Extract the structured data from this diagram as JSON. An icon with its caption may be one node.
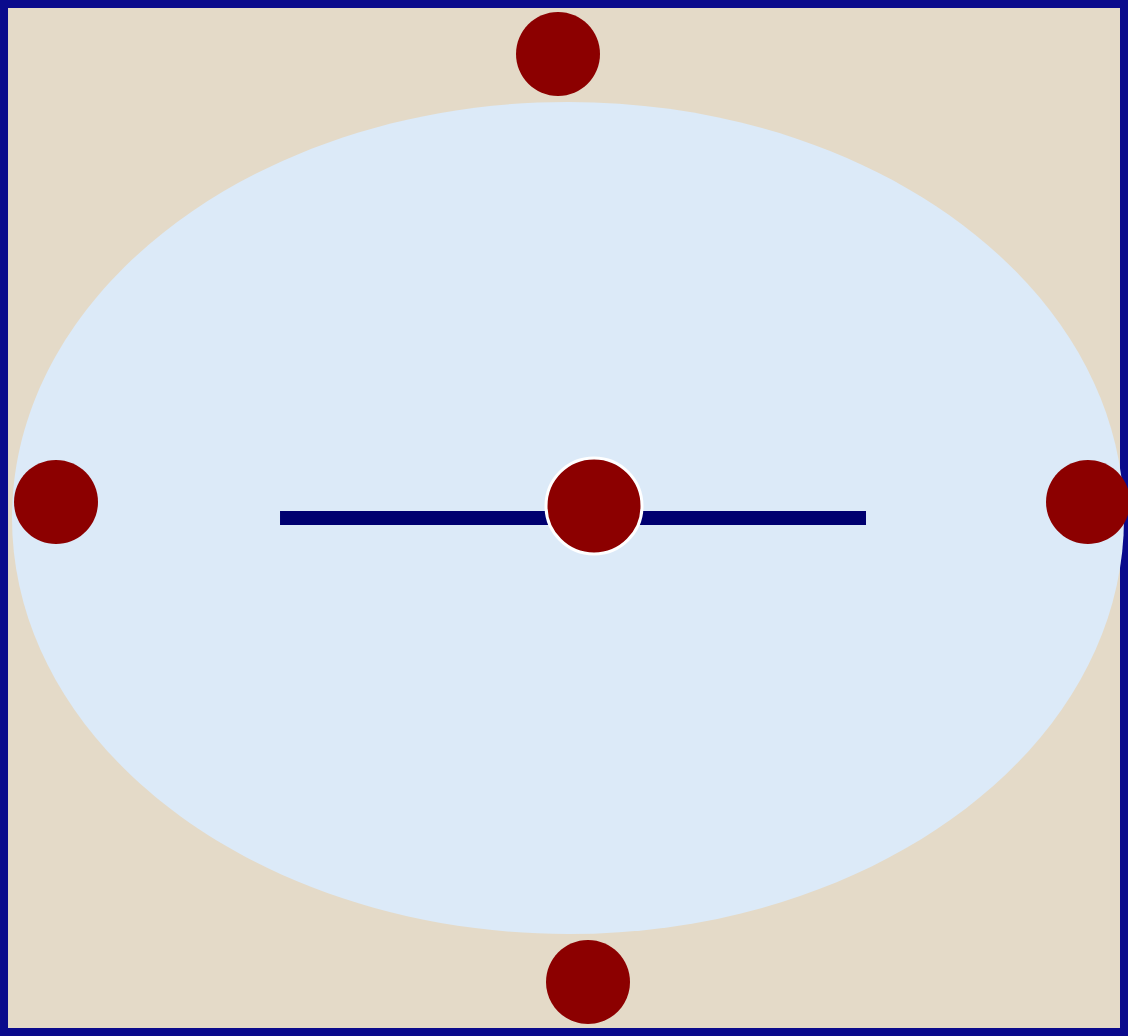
{
  "diagram": {
    "nodes": [
      {
        "text": [],
        "shape": "ellipse"
      },
      {
        "text": [],
        "shape": "circle"
      },
      {
        "text": [],
        "shape": "circle",
        "in": 0
      },
      {
        "text": [],
        "shape": "circle",
        "in": 0
      },
      {
        "text": [],
        "shape": "circle",
        "in": 0
      },
      {
        "text": [],
        "shape": "circle"
      }
    ]
  }
}
